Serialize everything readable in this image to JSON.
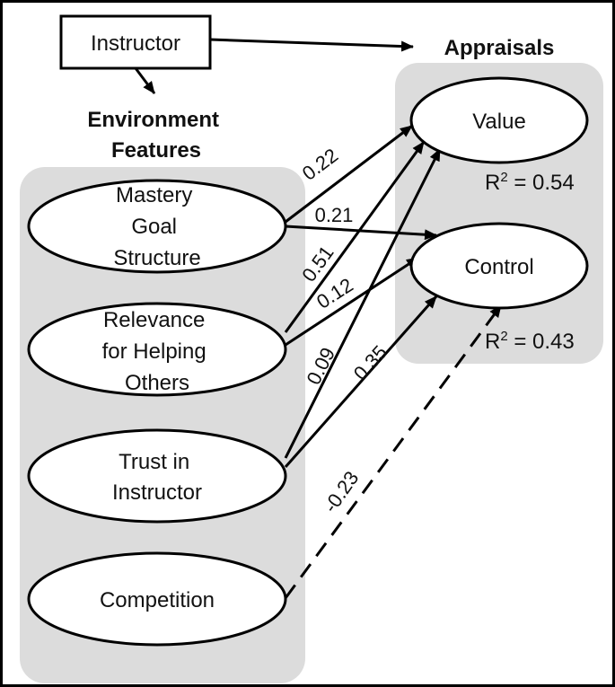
{
  "instructor": "Instructor",
  "groups": {
    "environment": [
      "Environment",
      "Features"
    ],
    "appraisals": "Appraisals"
  },
  "nodes": {
    "mastery": [
      "Mastery",
      "Goal",
      "Structure"
    ],
    "relevance": [
      "Relevance",
      "for Helping",
      "Others"
    ],
    "trust": [
      "Trust  in",
      "Instructor"
    ],
    "competition": [
      "Competition"
    ],
    "value": [
      "Value"
    ],
    "control": [
      "Control"
    ]
  },
  "r2": {
    "value": {
      "label": "R",
      "sup": "2",
      "rest": " = 0.54"
    },
    "control": {
      "label": "R",
      "sup": "2",
      "rest": " = 0.43"
    }
  },
  "paths": [
    {
      "id": "mastery-value",
      "from": "mastery",
      "to": "value",
      "coef": "0.22",
      "style": "solid"
    },
    {
      "id": "mastery-control",
      "from": "mastery",
      "to": "control",
      "coef": "0.21",
      "style": "solid"
    },
    {
      "id": "relevance-value",
      "from": "relevance",
      "to": "value",
      "coef": "0.51",
      "style": "solid"
    },
    {
      "id": "relevance-control",
      "from": "relevance",
      "to": "control",
      "coef": "0.12",
      "style": "solid"
    },
    {
      "id": "trust-value",
      "from": "trust",
      "to": "value",
      "coef": "0.09",
      "style": "solid"
    },
    {
      "id": "trust-control",
      "from": "trust",
      "to": "control",
      "coef": "0.35",
      "style": "solid"
    },
    {
      "id": "competition-control",
      "from": "competition",
      "to": "control",
      "coef": "-0.23",
      "style": "dashed"
    }
  ]
}
